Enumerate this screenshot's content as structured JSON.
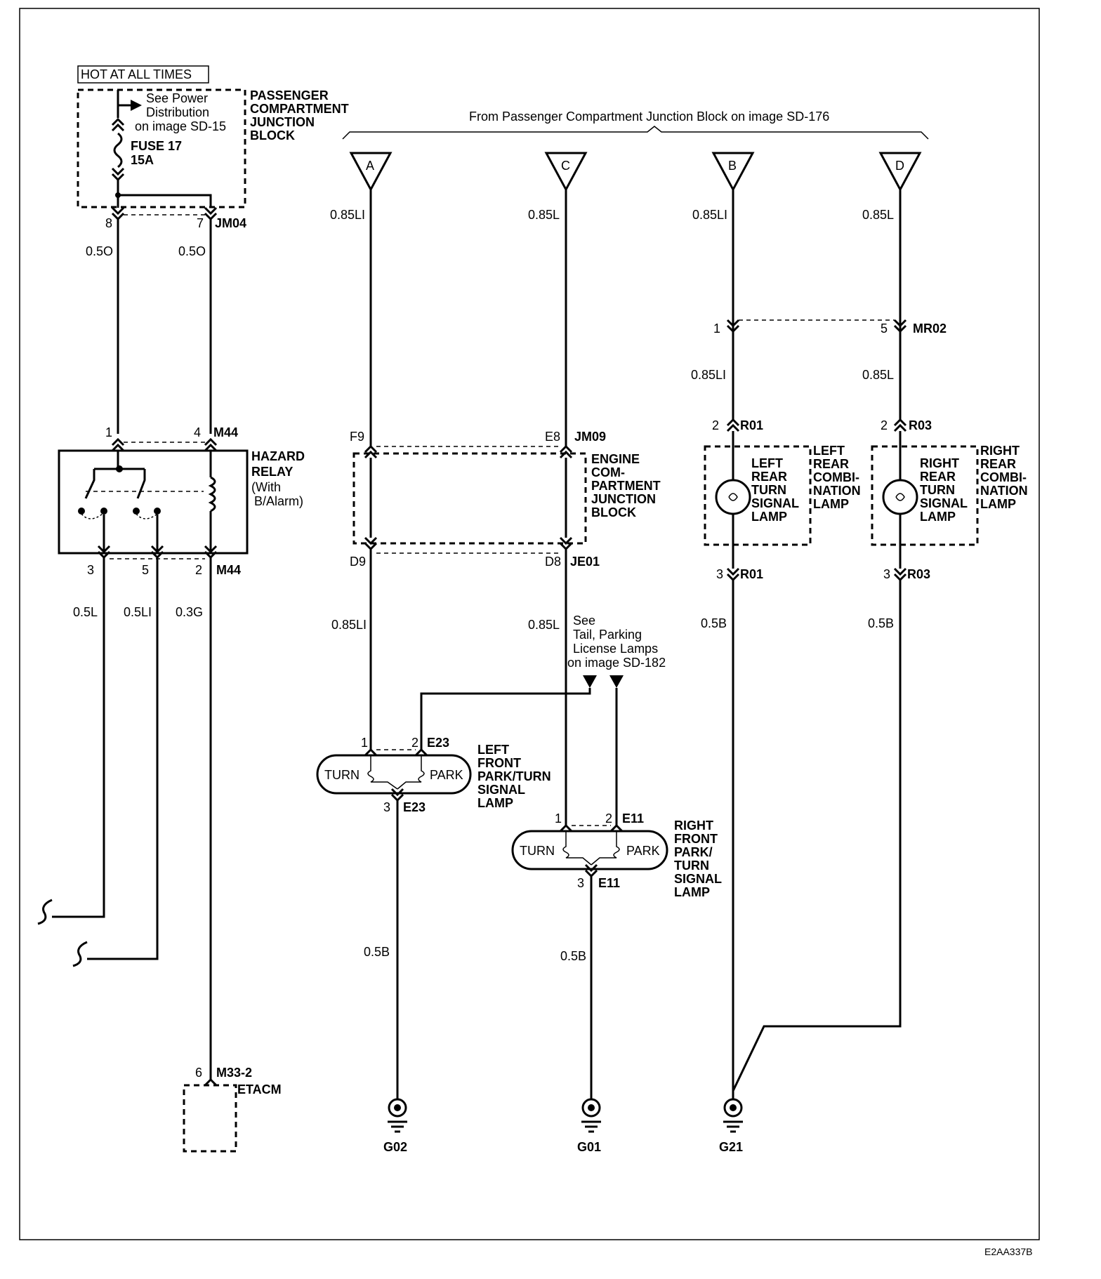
{
  "hot_at_all_times": "HOT AT ALL TIMES",
  "fuse_block": {
    "see_power": [
      "See Power",
      "Distribution",
      "on image SD-15"
    ],
    "fuse": [
      "FUSE 17",
      "15A"
    ],
    "title": [
      "PASSENGER",
      "COMPARTMENT",
      "JUNCTION",
      "BLOCK"
    ],
    "pin_8": "8",
    "pin_7": "7",
    "connector": "JM04",
    "wire_left": "0.5O",
    "wire_right": "0.5O"
  },
  "hazard_relay": {
    "title": [
      "HAZARD",
      "RELAY"
    ],
    "note": [
      "(With",
      "B/Alarm)"
    ],
    "pin_1": "1",
    "pin_4": "4",
    "conn_top": "M44",
    "pin_3": "3",
    "pin_5": "5",
    "pin_2": "2",
    "conn_bottom": "M44",
    "wire_3": "0.5L",
    "wire_5": "0.5LI",
    "wire_2": "0.3G"
  },
  "etacm": {
    "pin": "6",
    "connector": "M33-2",
    "label": "ETACM"
  },
  "from_note": "From Passenger Compartment Junction Block on image SD-176",
  "inputs": {
    "a": {
      "letter": "A",
      "wire": "0.85LI"
    },
    "c": {
      "letter": "C",
      "wire": "0.85L"
    },
    "b": {
      "letter": "B",
      "wire": "0.85LI"
    },
    "d": {
      "letter": "D",
      "wire": "0.85L"
    }
  },
  "engine_block": {
    "pin_f9": "F9",
    "pin_e8": "E8",
    "conn_top": "JM09",
    "title": [
      "ENGINE",
      "COM-",
      "PARTMENT",
      "JUNCTION",
      "BLOCK"
    ],
    "pin_d9": "D9",
    "pin_d8": "D8",
    "conn_bottom": "JE01",
    "wire_left": "0.85LI",
    "wire_right": "0.85L"
  },
  "see_tail": [
    "See",
    "Tail, Parking",
    "License Lamps",
    "on image SD-182"
  ],
  "left_front": {
    "pin_1": "1",
    "pin_2": "2",
    "connector": "E23",
    "turn": "TURN",
    "park": "PARK",
    "title": [
      "LEFT",
      "FRONT",
      "PARK/TURN",
      "SIGNAL",
      "LAMP"
    ],
    "pin_3": "3",
    "conn_bottom": "E23",
    "wire_ground": "0.5B",
    "ground": "G02"
  },
  "right_front": {
    "pin_1": "1",
    "pin_2": "2",
    "connector": "E11",
    "turn": "TURN",
    "park": "PARK",
    "title": [
      "RIGHT",
      "FRONT",
      "PARK/",
      "TURN",
      "SIGNAL",
      "LAMP"
    ],
    "pin_3": "3",
    "conn_bottom": "E11",
    "wire_ground": "0.5B",
    "ground": "G01"
  },
  "mr02": {
    "pin_1": "1",
    "pin_5": "5",
    "connector": "MR02",
    "wire_b": "0.85LI",
    "wire_d": "0.85L"
  },
  "left_rear": {
    "pin_top": "2",
    "conn_top": "R01",
    "inner": [
      "LEFT",
      "REAR",
      "TURN",
      "SIGNAL",
      "LAMP"
    ],
    "outer": [
      "LEFT",
      "REAR",
      "COMBI-",
      "NATION",
      "LAMP"
    ],
    "pin_bottom": "3",
    "conn_bottom": "R01",
    "wire_ground": "0.5B"
  },
  "right_rear": {
    "pin_top": "2",
    "conn_top": "R03",
    "inner": [
      "RIGHT",
      "REAR",
      "TURN",
      "SIGNAL",
      "LAMP"
    ],
    "outer": [
      "RIGHT",
      "REAR",
      "COMBI-",
      "NATION",
      "LAMP"
    ],
    "pin_bottom": "3",
    "conn_bottom": "R03",
    "wire_ground": "0.5B"
  },
  "ground_g21": "G21",
  "diagram_code": "E2AA337B"
}
